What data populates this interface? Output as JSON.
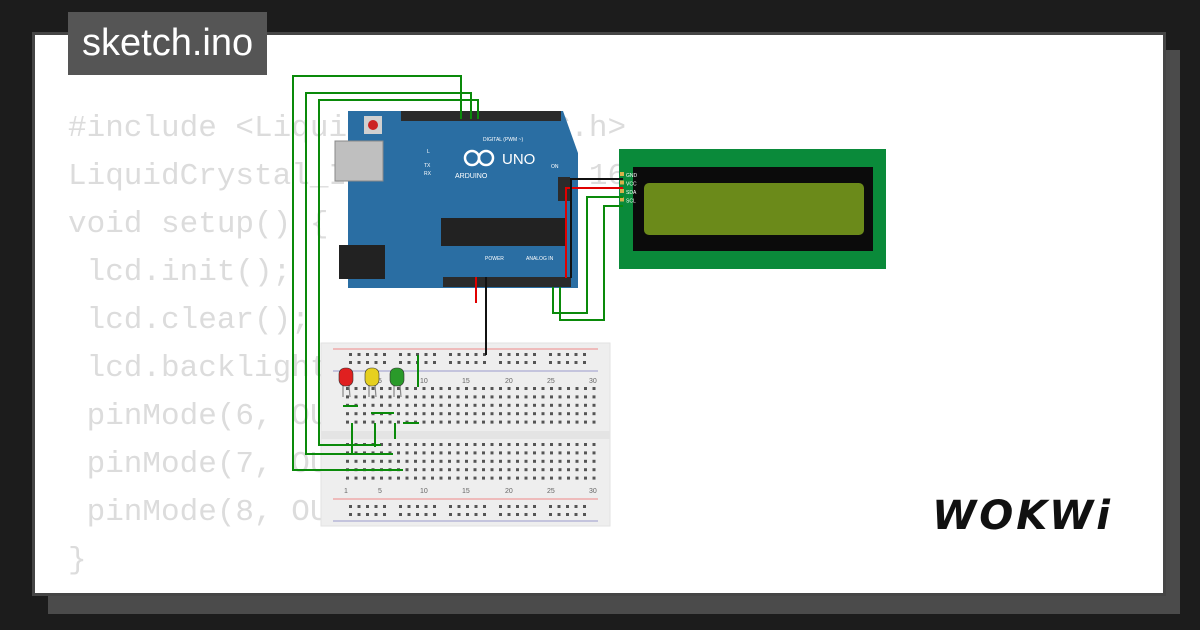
{
  "tab": {
    "label": "sketch.ino"
  },
  "code_lines": [
    "#include <LiquidCrystal_I2C.h>",
    "LiquidCrystal_I2C lcd(0x27, 16, 2);",
    "void setup() {",
    " lcd.init();",
    " lcd.clear();",
    " lcd.backlight();",
    " pinMode(6, OUTPUT);",
    " pinMode(7, OUTPUT);",
    " pinMode(8, OUTPUT);",
    "}"
  ],
  "arduino": {
    "logo": "UNO",
    "brand": "ARDUINO",
    "digital_label": "DIGITAL (PWM ~)",
    "power_label": "POWER",
    "analog_label": "ANALOG IN",
    "on_label": "ON",
    "led_labels": [
      "L",
      "TX",
      "RX"
    ]
  },
  "lcd": {
    "pins": [
      "GND",
      "VCC",
      "SDA",
      "SCL"
    ]
  },
  "breadboard": {
    "columns": [
      "1",
      "5",
      "10",
      "15",
      "20",
      "25",
      "30"
    ]
  },
  "leds": [
    {
      "color": "#e02020"
    },
    {
      "color": "#e6d020"
    },
    {
      "color": "#2a9a2a"
    }
  ],
  "colors": {
    "wire_green": "#0a8a0a",
    "wire_red": "#e00000",
    "wire_black": "#111111",
    "board_blue": "#2a6ea3"
  },
  "brand_logo": "WOKWi"
}
